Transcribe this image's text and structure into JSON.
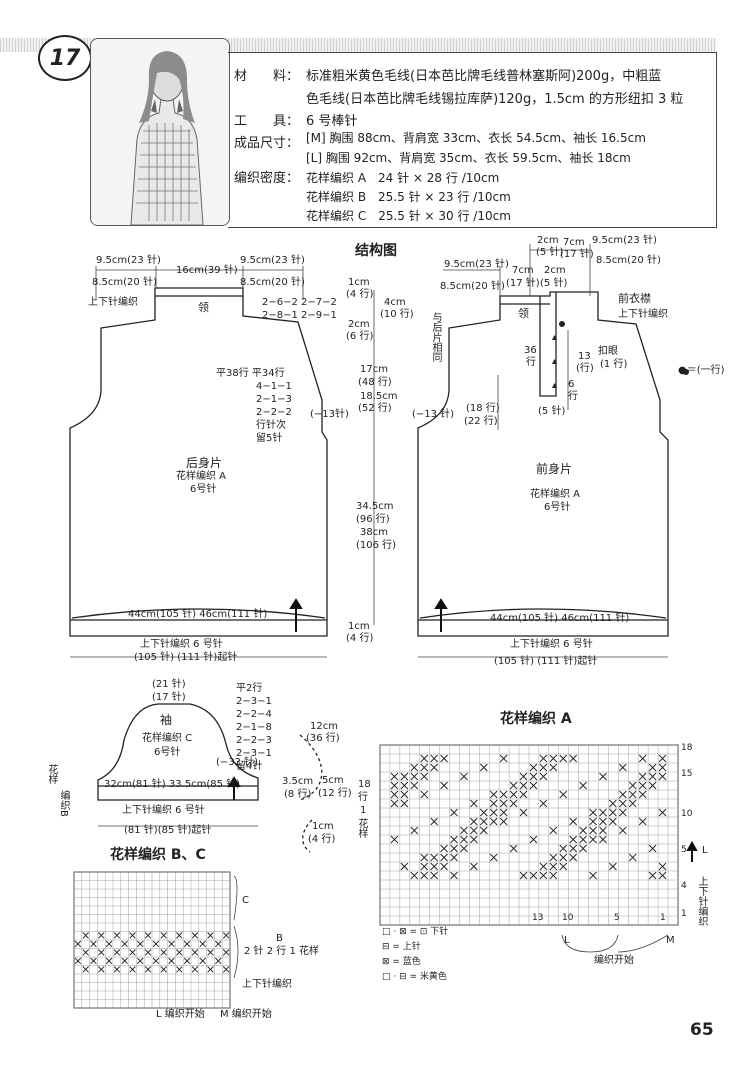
{
  "page_number": "65",
  "pattern_number": "17",
  "info": {
    "materials_label": "材　　料：",
    "materials_line1": "标准粗米黄色毛线(日本芭比牌毛线普林塞斯阿)200g，中粗蓝",
    "materials_line2": "色毛线(日本芭比牌毛线锡拉库萨)120g，1.5cm 的方形纽扣 3 粒",
    "tools_label": "工　　具：",
    "tools": "6 号棒针",
    "size_label": "成品尺寸：",
    "size_m": "[M] 胸围 88cm、背肩宽 33cm、衣长 54.5cm、袖长 16.5cm",
    "size_l": "[L] 胸围 92cm、背肩宽 35cm、衣长 59.5cm、袖长 18cm",
    "gauge_label": "编织密度：",
    "gauge_a": "花样编织 A　24 针 × 28 行 /10cm",
    "gauge_b": "花样编织 B　25.5 针 × 23 行 /10cm",
    "gauge_c": "花样编织 C　25.5 针 × 30 行 /10cm"
  },
  "structure_title": "结构图",
  "back": {
    "title": "后身片",
    "pattern": "花样编织 A",
    "needle": "6号针",
    "shoulder_left_1": "9.5cm(23 针)",
    "shoulder_left_2": "8.5cm(20 针)",
    "neck_width": "16cm(39 针)",
    "shoulder_right_1": "9.5cm(23 针)",
    "shoulder_right_2": "8.5cm(20 针)",
    "rib_label": "上下针编织",
    "collar": "领",
    "neck_dec_1": "2−6−2  2−7−2",
    "neck_dec_2": "2−8−1  2−9−1",
    "flat_rows": "平38行 平34行",
    "arm_dec": [
      "4−1−1",
      "2−1−3",
      "2−2−2",
      "行针次",
      "留5针"
    ],
    "arm_side": "(−13针)",
    "width": "44cm(105 针) 46cm(111 针)",
    "hem": "上下针编织 6 号针",
    "cast_on": "(105 针) (111 针)起针"
  },
  "vertical_dims": [
    "1cm",
    "(4 行)",
    "4cm",
    "(10 行)",
    "2cm",
    "(6 行)",
    "17cm",
    "(48 行)",
    "18.5cm",
    "(52 行)",
    "34.5cm",
    "(96 行)",
    "38cm",
    "(106 行)",
    "1cm",
    "(4 行)"
  ],
  "front": {
    "title": "前身片",
    "pattern": "花样编织 A",
    "needle": "6号针",
    "top_1": "2cm",
    "top_2": "7cm",
    "top_3": "9.5cm(23 针)",
    "top_4": "(5 针)",
    "top_5": "(17 针)",
    "top_6": "8.5cm(20 针)",
    "top_7": "7cm",
    "top_8": "2cm",
    "top_9": "(5 针)",
    "shoulder_left_1": "9.5cm(23 针)",
    "shoulder_left_2": "8.5cm(20 针)",
    "mid_1": "7cm",
    "mid_2": "(17 针)",
    "collar": "领",
    "placket": "前衣襟",
    "placket_rib": "上下针编织",
    "same_as_back": "与后片相同",
    "buttonhole": "扣眼",
    "buttonhole_rows": "(1 行)",
    "rows_36": "36",
    "rows_36b": "行",
    "rows_13": "13",
    "rows_13b": "(行)",
    "rows_6": "6",
    "rows_6b": "行",
    "st5": "(5 针)",
    "arm_side": "(−13 针)",
    "rows_18": "(18 行)",
    "rows_22": "(22 行)",
    "width": "44cm(105 针) 46cm(111 针)",
    "hem": "上下针编织 6 号针",
    "cast_on": "(105 针) (111 针)起针",
    "legend_dot": "●＝(一行)"
  },
  "sleeve": {
    "title": "袖",
    "pattern": "花样编织 C",
    "needle": "6号针",
    "top_1": "(21 针)",
    "top_2": "(17 针)",
    "dec": [
      "平2行",
      "2−3−1",
      "2−2−4",
      "2−1−8",
      "2−2−3",
      "2−3−1",
      "留4针"
    ],
    "side": "(−32 针)",
    "left_label_1": "花样",
    "left_label_2": "编织B",
    "width": "32cm(81 针) 33.5cm(85 针)",
    "hem": "上下针编织 6 号针",
    "cast_on": "(81 针)(85 针)起针",
    "h1": "12cm",
    "h2": "(36 行)",
    "h3": "3.5cm",
    "h4": "(8 行)",
    "h5": "5cm",
    "h6": "(12 行)",
    "h7": "1cm",
    "h8": "(4 行)"
  },
  "chart_a": {
    "title": "花样编织 A",
    "side_1": "18",
    "side_2": "行",
    "side_3": "1",
    "side_4": "花样",
    "row_labels": [
      "18",
      "15",
      "10",
      "5",
      "4",
      "1"
    ],
    "col_labels": [
      "13",
      "10",
      "5",
      "1"
    ],
    "arrow_l": "L",
    "arrow_m": "M",
    "rib_label": "上下针编织",
    "start_label": "编织开始",
    "legend": [
      "□ · ⊠ = ⊡ 下针",
      "⊟ = 上针",
      "⊠ = 蓝色",
      "□ · ⊟ = 米黄色"
    ]
  },
  "chart_bc": {
    "title": "花样编织 B、C",
    "c_label": "C",
    "b_label": "B",
    "b_note": "2 针 2 行 1 花样",
    "rib_label": "上下针编织",
    "start_l": "L 编织开始",
    "start_m": "M 编织开始"
  }
}
